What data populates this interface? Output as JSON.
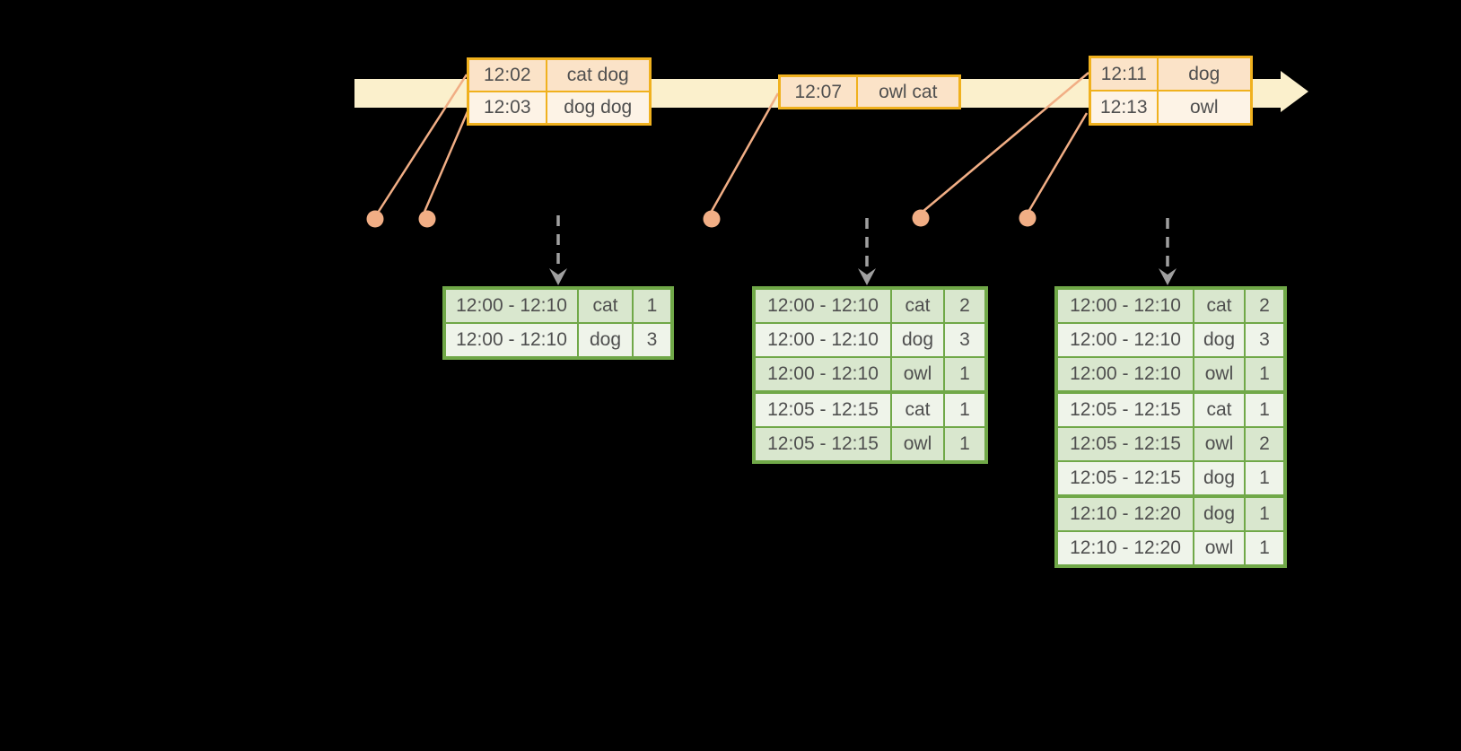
{
  "diagram": {
    "kind": "event-time-windowed-aggregation",
    "timeline": {
      "direction": "left-to-right",
      "shape": "arrow-band"
    }
  },
  "event_tables": [
    {
      "rows": [
        {
          "time": "12:02",
          "words": "cat dog"
        },
        {
          "time": "12:03",
          "words": "dog dog"
        }
      ]
    },
    {
      "rows": [
        {
          "time": "12:07",
          "words": "owl cat"
        }
      ]
    },
    {
      "rows": [
        {
          "time": "12:11",
          "words": "dog"
        },
        {
          "time": "12:13",
          "words": "owl"
        }
      ]
    }
  ],
  "result_tables": [
    {
      "rows": [
        {
          "window": "12:00 - 12:10",
          "word": "cat",
          "count": 1
        },
        {
          "window": "12:00 - 12:10",
          "word": "dog",
          "count": 3
        }
      ]
    },
    {
      "rows": [
        {
          "window": "12:00 - 12:10",
          "word": "cat",
          "count": 2
        },
        {
          "window": "12:00 - 12:10",
          "word": "dog",
          "count": 3
        },
        {
          "window": "12:00 - 12:10",
          "word": "owl",
          "count": 1
        },
        {
          "window": "12:05 - 12:15",
          "word": "cat",
          "count": 1
        },
        {
          "window": "12:05 - 12:15",
          "word": "owl",
          "count": 1
        }
      ]
    },
    {
      "rows": [
        {
          "window": "12:00 - 12:10",
          "word": "cat",
          "count": 2
        },
        {
          "window": "12:00 - 12:10",
          "word": "dog",
          "count": 3
        },
        {
          "window": "12:00 - 12:10",
          "word": "owl",
          "count": 1
        },
        {
          "window": "12:05 - 12:15",
          "word": "cat",
          "count": 1
        },
        {
          "window": "12:05 - 12:15",
          "word": "owl",
          "count": 2
        },
        {
          "window": "12:05 - 12:15",
          "word": "dog",
          "count": 1
        },
        {
          "window": "12:10 - 12:20",
          "word": "dog",
          "count": 1
        },
        {
          "window": "12:10 - 12:20",
          "word": "owl",
          "count": 1
        }
      ]
    }
  ],
  "colors": {
    "background": "#000000",
    "timeline_band": "#FBF0CC",
    "event_border": "#F0B11E",
    "event_row_dark": "#FBE3C8",
    "event_row_light": "#FDF3E6",
    "result_border": "#70A848",
    "result_row_dark": "#D9E7CE",
    "result_row_light": "#EFF4EA",
    "connector": "#F1AE85",
    "trigger_arrow": "#A0A0A0",
    "cell_text": "#4F4F4F"
  }
}
